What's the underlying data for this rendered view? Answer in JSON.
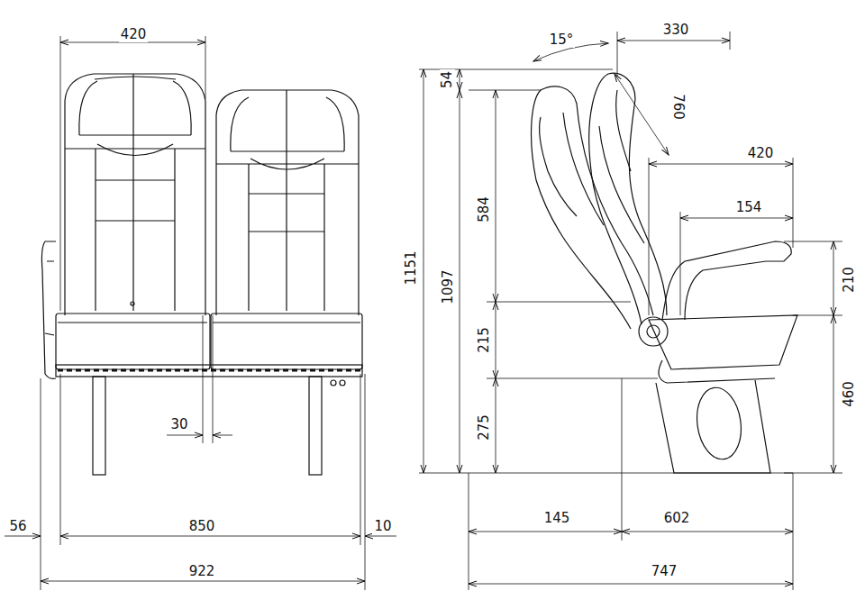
{
  "diagram": {
    "labels": [
      "420",
      "54",
      "15°",
      "330",
      "760",
      "420",
      "154",
      "584",
      "1151",
      "1097",
      "210",
      "215",
      "460",
      "275",
      "30",
      "56",
      "850",
      "10",
      "922",
      "145",
      "602",
      "747"
    ]
  }
}
